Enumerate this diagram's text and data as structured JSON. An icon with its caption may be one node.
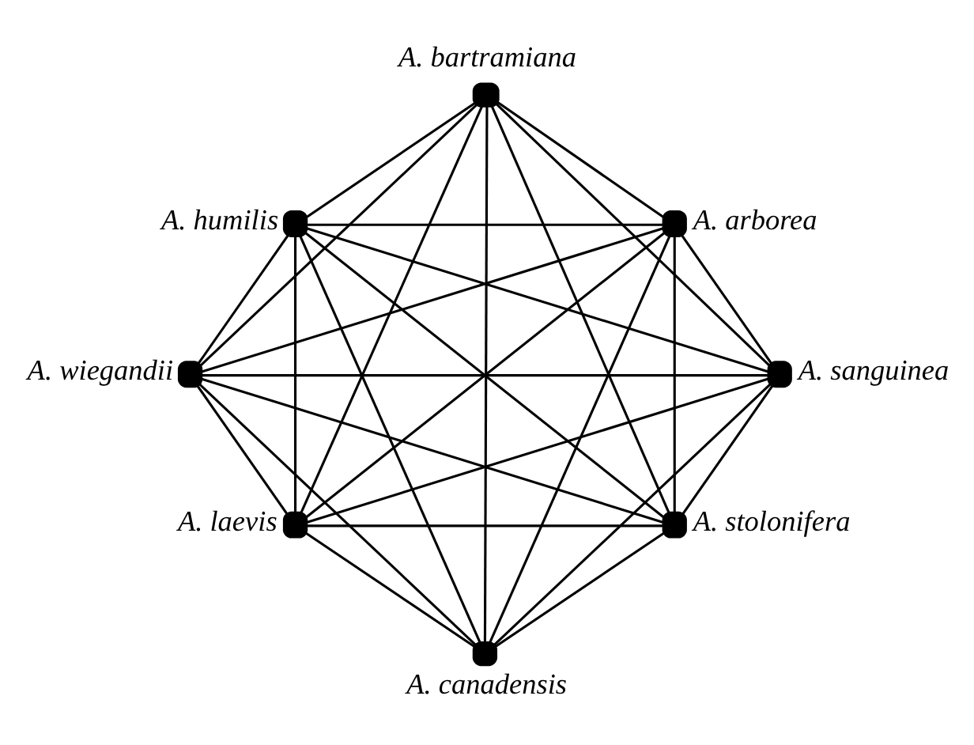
{
  "diagram": {
    "nodes": [
      {
        "text": [],
        "shape": "circle",
        "beside": [
          "A. bartramiana"
        ]
      },
      {
        "text": [],
        "shape": "circle",
        "beside": [
          "A. humilis"
        ]
      },
      {
        "text": [],
        "shape": "circle",
        "beside": [
          "A. arborea"
        ]
      },
      {
        "text": [],
        "shape": "circle",
        "beside": [
          "A. wiegandii"
        ]
      },
      {
        "text": [],
        "shape": "circle",
        "beside": [
          "A. sanguinea"
        ]
      },
      {
        "text": [],
        "shape": "circle",
        "beside": [
          "A. laevis"
        ]
      },
      {
        "text": [],
        "shape": "circle",
        "beside": [
          "A. stolonifera"
        ]
      },
      {
        "text": [],
        "shape": "circle",
        "beside": [
          "A. canadensis"
        ]
      }
    ],
    "edges": [
      {
        "from": 0,
        "to": 1,
        "arrow": "none"
      },
      {
        "from": 0,
        "to": 2,
        "arrow": "none"
      },
      {
        "from": 0,
        "to": 3,
        "arrow": "none"
      },
      {
        "from": 0,
        "to": 4,
        "arrow": "none"
      },
      {
        "from": 0,
        "to": 5,
        "arrow": "none"
      },
      {
        "from": 0,
        "to": 6,
        "arrow": "none"
      },
      {
        "from": 0,
        "to": 7,
        "arrow": "none"
      },
      {
        "from": 1,
        "to": 2,
        "arrow": "none"
      },
      {
        "from": 1,
        "to": 3,
        "arrow": "none"
      },
      {
        "from": 1,
        "to": 4,
        "arrow": "none"
      },
      {
        "from": 1,
        "to": 5,
        "arrow": "none"
      },
      {
        "from": 1,
        "to": 6,
        "arrow": "none"
      },
      {
        "from": 1,
        "to": 7,
        "arrow": "none"
      },
      {
        "from": 2,
        "to": 3,
        "arrow": "none"
      },
      {
        "from": 2,
        "to": 4,
        "arrow": "none"
      },
      {
        "from": 2,
        "to": 5,
        "arrow": "none"
      },
      {
        "from": 2,
        "to": 6,
        "arrow": "none"
      },
      {
        "from": 2,
        "to": 7,
        "arrow": "none"
      },
      {
        "from": 3,
        "to": 4,
        "arrow": "none"
      },
      {
        "from": 3,
        "to": 5,
        "arrow": "none"
      },
      {
        "from": 3,
        "to": 6,
        "arrow": "none"
      },
      {
        "from": 3,
        "to": 7,
        "arrow": "none"
      },
      {
        "from": 4,
        "to": 5,
        "arrow": "none"
      },
      {
        "from": 4,
        "to": 6,
        "arrow": "none"
      },
      {
        "from": 4,
        "to": 7,
        "arrow": "none"
      },
      {
        "from": 5,
        "to": 6,
        "arrow": "none"
      },
      {
        "from": 5,
        "to": 7,
        "arrow": "none"
      },
      {
        "from": 6,
        "to": 7,
        "arrow": "none"
      }
    ]
  }
}
